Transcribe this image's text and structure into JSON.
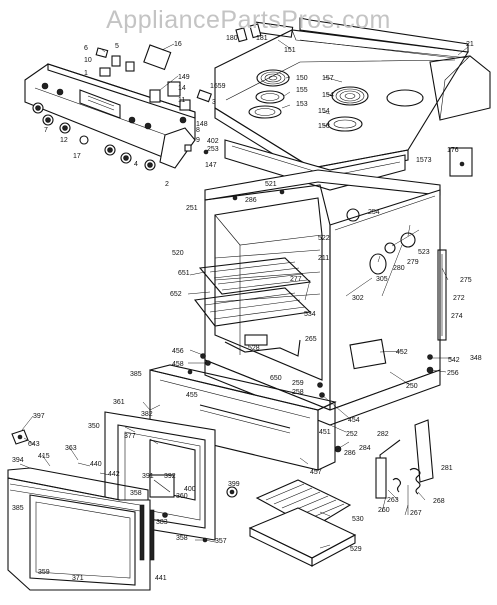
{
  "watermark": "AppliancePartsPros.com",
  "callouts": [
    {
      "id": "c6",
      "text": "6"
    },
    {
      "id": "c5",
      "text": "5"
    },
    {
      "id": "c16",
      "text": "16"
    },
    {
      "id": "c180",
      "text": "180"
    },
    {
      "id": "c181",
      "text": "181"
    },
    {
      "id": "c151",
      "text": "151"
    },
    {
      "id": "c21",
      "text": "21"
    },
    {
      "id": "c10",
      "text": "10"
    },
    {
      "id": "c1",
      "text": "1"
    },
    {
      "id": "c149",
      "text": "149"
    },
    {
      "id": "c14",
      "text": "14"
    },
    {
      "id": "c11",
      "text": "11"
    },
    {
      "id": "c1659",
      "text": "1659"
    },
    {
      "id": "c150",
      "text": "150"
    },
    {
      "id": "c157",
      "text": "157"
    },
    {
      "id": "c155",
      "text": "155"
    },
    {
      "id": "c154",
      "text": "154"
    },
    {
      "id": "c153",
      "text": "153"
    },
    {
      "id": "c154b",
      "text": "154"
    },
    {
      "id": "c156",
      "text": "156"
    },
    {
      "id": "c3",
      "text": "3"
    },
    {
      "id": "c148",
      "text": "148"
    },
    {
      "id": "c8",
      "text": "8"
    },
    {
      "id": "c9",
      "text": "9"
    },
    {
      "id": "c12",
      "text": "12"
    },
    {
      "id": "c402",
      "text": "402"
    },
    {
      "id": "c253",
      "text": "253"
    },
    {
      "id": "c147",
      "text": "147"
    },
    {
      "id": "c17",
      "text": "17"
    },
    {
      "id": "c2",
      "text": "2"
    },
    {
      "id": "c1573",
      "text": "1573"
    },
    {
      "id": "c176",
      "text": "176"
    },
    {
      "id": "c521",
      "text": "521"
    },
    {
      "id": "c251",
      "text": "251"
    },
    {
      "id": "c286",
      "text": "286"
    },
    {
      "id": "c254",
      "text": "254"
    },
    {
      "id": "c520",
      "text": "520"
    },
    {
      "id": "c522",
      "text": "522"
    },
    {
      "id": "c523",
      "text": "523"
    },
    {
      "id": "c651",
      "text": "651"
    },
    {
      "id": "c211",
      "text": "211"
    },
    {
      "id": "c279",
      "text": "279"
    },
    {
      "id": "c280",
      "text": "280"
    },
    {
      "id": "c305",
      "text": "305"
    },
    {
      "id": "c277",
      "text": "277"
    },
    {
      "id": "c275",
      "text": "275"
    },
    {
      "id": "c652",
      "text": "652"
    },
    {
      "id": "c302",
      "text": "302"
    },
    {
      "id": "c534",
      "text": "534"
    },
    {
      "id": "c272",
      "text": "272"
    },
    {
      "id": "c274",
      "text": "274"
    },
    {
      "id": "c528",
      "text": "528"
    },
    {
      "id": "c265",
      "text": "265"
    },
    {
      "id": "c456",
      "text": "456"
    },
    {
      "id": "c452",
      "text": "452"
    },
    {
      "id": "c348",
      "text": "348"
    },
    {
      "id": "c458",
      "text": "458"
    },
    {
      "id": "c542",
      "text": "542"
    },
    {
      "id": "c256",
      "text": "256"
    },
    {
      "id": "c385",
      "text": "385"
    },
    {
      "id": "c650",
      "text": "650"
    },
    {
      "id": "c259",
      "text": "259"
    },
    {
      "id": "c455",
      "text": "455"
    },
    {
      "id": "c258",
      "text": "258"
    },
    {
      "id": "c250",
      "text": "250"
    },
    {
      "id": "c361",
      "text": "361"
    },
    {
      "id": "c382",
      "text": "382"
    },
    {
      "id": "c454",
      "text": "454"
    },
    {
      "id": "c397",
      "text": "397"
    },
    {
      "id": "c350",
      "text": "350"
    },
    {
      "id": "c377",
      "text": "377"
    },
    {
      "id": "c451",
      "text": "451"
    },
    {
      "id": "c252",
      "text": "252"
    },
    {
      "id": "c282",
      "text": "282"
    },
    {
      "id": "c643",
      "text": "643"
    },
    {
      "id": "c363",
      "text": "363"
    },
    {
      "id": "c284",
      "text": "284"
    },
    {
      "id": "c394",
      "text": "394"
    },
    {
      "id": "c415",
      "text": "415"
    },
    {
      "id": "c440",
      "text": "440"
    },
    {
      "id": "c286b",
      "text": "286"
    },
    {
      "id": "c281",
      "text": "281"
    },
    {
      "id": "c442",
      "text": "442"
    },
    {
      "id": "c391",
      "text": "391"
    },
    {
      "id": "c392",
      "text": "392"
    },
    {
      "id": "c457",
      "text": "457"
    },
    {
      "id": "c385b",
      "text": "385"
    },
    {
      "id": "c358",
      "text": "358"
    },
    {
      "id": "c360",
      "text": "360"
    },
    {
      "id": "c400",
      "text": "400"
    },
    {
      "id": "c399",
      "text": "399"
    },
    {
      "id": "c263",
      "text": "263"
    },
    {
      "id": "c260",
      "text": "260"
    },
    {
      "id": "c267",
      "text": "267"
    },
    {
      "id": "c268",
      "text": "268"
    },
    {
      "id": "c383",
      "text": "383"
    },
    {
      "id": "c530",
      "text": "530"
    },
    {
      "id": "c358b",
      "text": "358"
    },
    {
      "id": "c357",
      "text": "357"
    },
    {
      "id": "c529",
      "text": "529"
    },
    {
      "id": "c359",
      "text": "359"
    },
    {
      "id": "c371",
      "text": "371"
    },
    {
      "id": "c441",
      "text": "441"
    },
    {
      "id": "c7",
      "text": "7"
    },
    {
      "id": "c4",
      "text": "4"
    }
  ]
}
